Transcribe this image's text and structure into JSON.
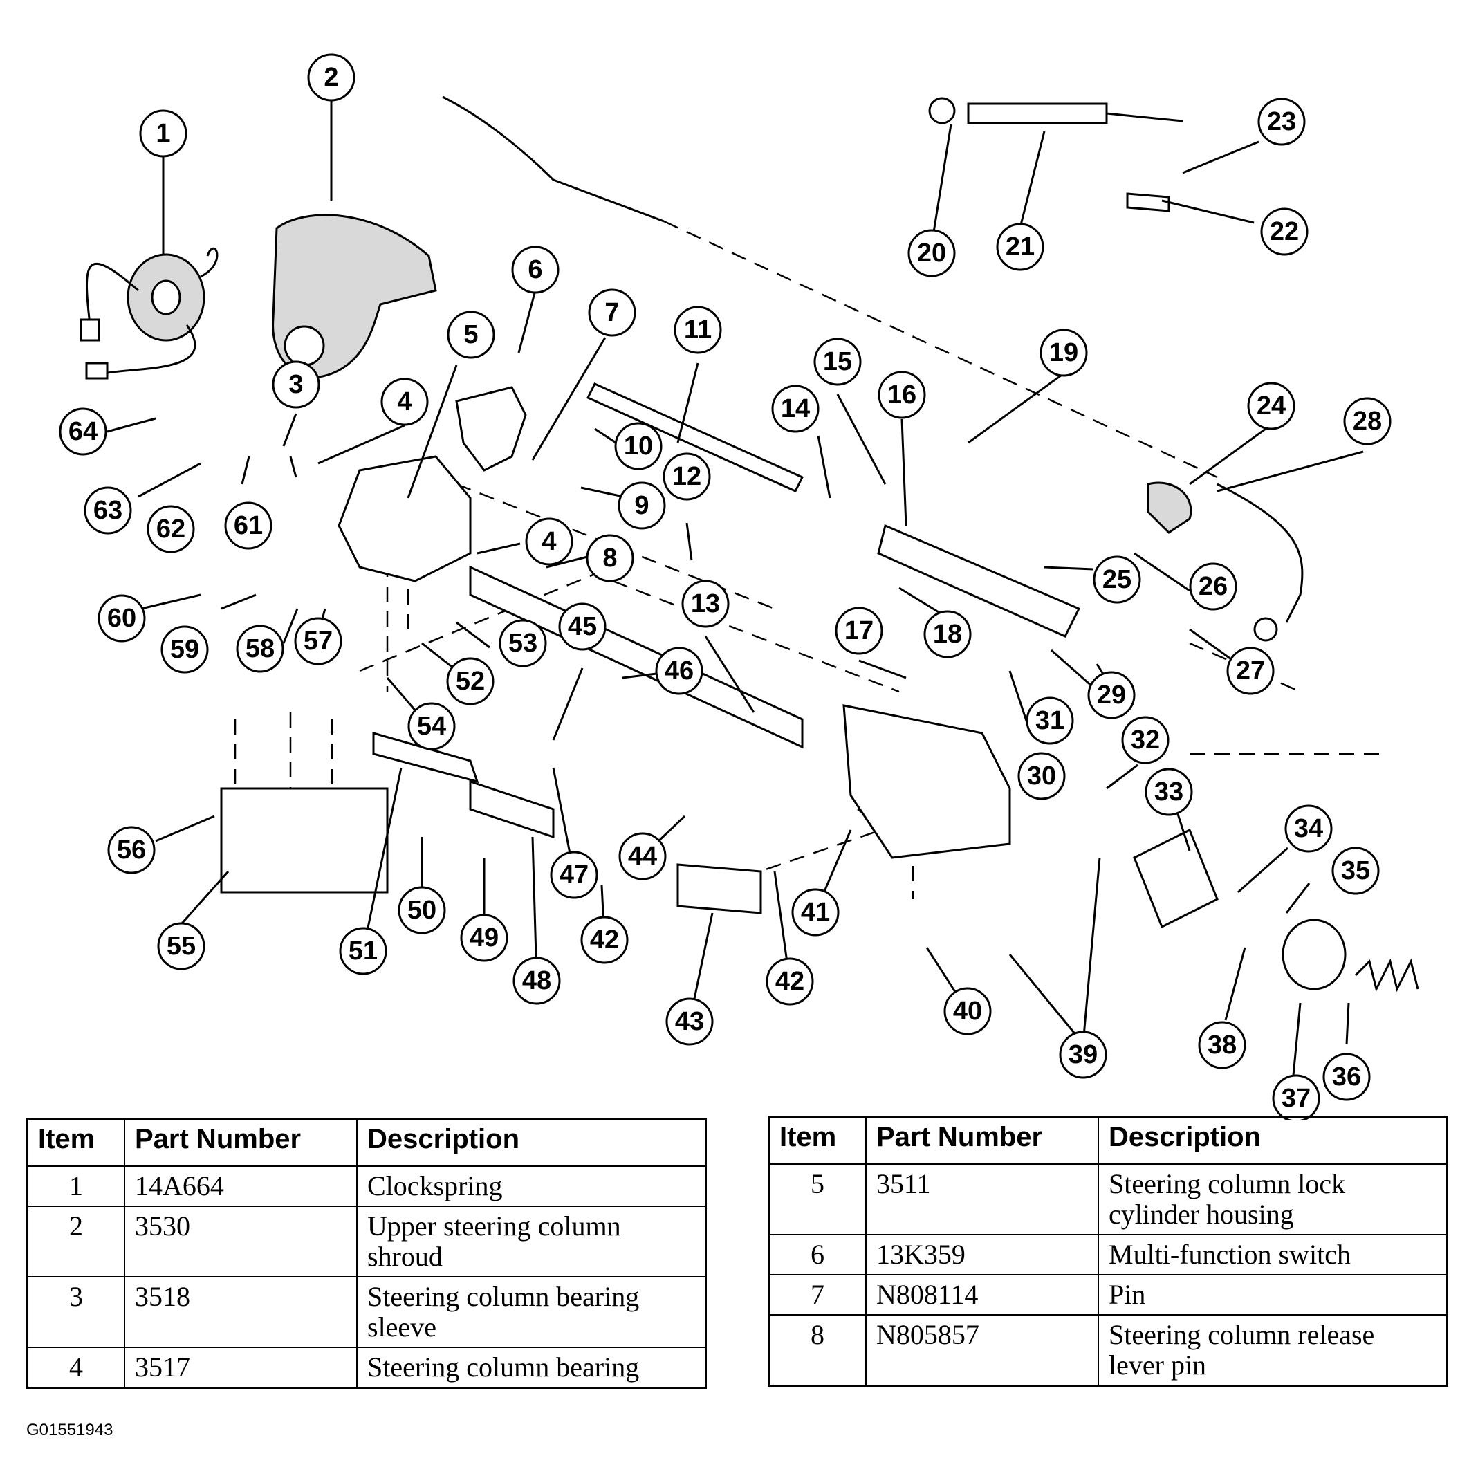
{
  "callouts": [
    "1",
    "2",
    "3",
    "4",
    "4",
    "5",
    "6",
    "7",
    "8",
    "9",
    "10",
    "11",
    "12",
    "13",
    "14",
    "15",
    "16",
    "17",
    "18",
    "19",
    "20",
    "21",
    "22",
    "23",
    "24",
    "25",
    "26",
    "27",
    "28",
    "29",
    "30",
    "31",
    "32",
    "33",
    "34",
    "35",
    "36",
    "37",
    "38",
    "39",
    "40",
    "41",
    "42",
    "42",
    "43",
    "44",
    "45",
    "46",
    "47",
    "48",
    "49",
    "50",
    "51",
    "52",
    "53",
    "54",
    "55",
    "56",
    "57",
    "58",
    "59",
    "60",
    "61",
    "62",
    "63",
    "64"
  ],
  "table_headers": {
    "item": "Item",
    "part_number": "Part Number",
    "description": "Description"
  },
  "table_left": [
    {
      "item": "1",
      "part_number": "14A664",
      "description": "Clockspring"
    },
    {
      "item": "2",
      "part_number": "3530",
      "description": "Upper steering column shroud"
    },
    {
      "item": "3",
      "part_number": "3518",
      "description": "Steering column bearing sleeve"
    },
    {
      "item": "4",
      "part_number": "3517",
      "description": "Steering column bearing"
    }
  ],
  "table_right": [
    {
      "item": "5",
      "part_number": "3511",
      "description": "Steering column lock cylinder housing"
    },
    {
      "item": "6",
      "part_number": "13K359",
      "description": "Multi-function switch"
    },
    {
      "item": "7",
      "part_number": "N808114",
      "description": "Pin"
    },
    {
      "item": "8",
      "part_number": "N805857",
      "description": "Steering column release lever pin"
    }
  ],
  "figure_code": "G01551943"
}
